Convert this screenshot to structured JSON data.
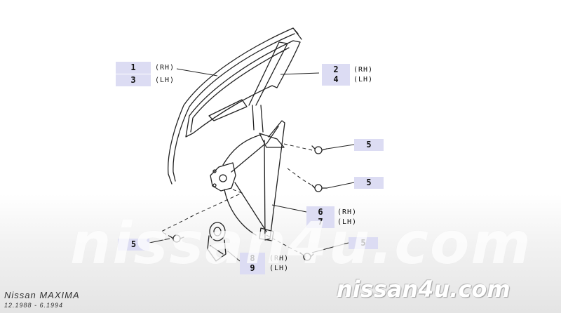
{
  "callouts": {
    "c1": {
      "number": "1",
      "side": "(RH)"
    },
    "c3": {
      "number": "3",
      "side": "(LH)"
    },
    "c2": {
      "number": "2",
      "side": "(RH)"
    },
    "c4": {
      "number": "4",
      "side": "(LH)"
    },
    "c5a": {
      "number": "5"
    },
    "c5b": {
      "number": "5"
    },
    "c6": {
      "number": "6",
      "side": "(RH)"
    },
    "c7": {
      "number": "7",
      "side": "(LH)"
    },
    "c5c": {
      "number": "5"
    },
    "c5d": {
      "number": "5"
    },
    "c8": {
      "number": "8",
      "side": "(RH)"
    },
    "c9": {
      "number": "9",
      "side": "(LH)"
    }
  },
  "watermark": "nissan4u.com",
  "brand": "nissan4u.com",
  "vehicle": {
    "model": "Nissan MAXIMA",
    "dates": "12.1988 - 6.1994"
  }
}
